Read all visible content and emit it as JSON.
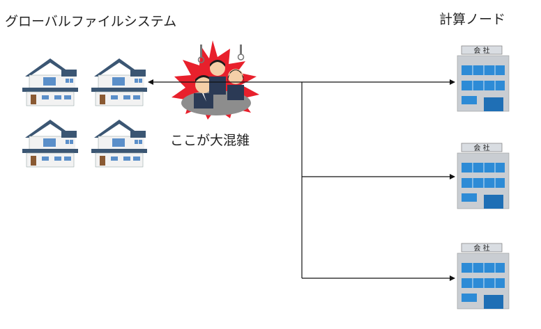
{
  "labels": {
    "global_fs": "グローバルファイルシステム",
    "compute_nodes": "計算ノード",
    "congestion": "ここが大混雑"
  },
  "building_sign": "会 社",
  "colors": {
    "line": "#111111",
    "roof": "#3b5673",
    "wall": "#f2f2f2",
    "window": "#5b8fc9",
    "door": "#8a5a33",
    "burst": "#e8202c",
    "office_wall": "#c9cdd2",
    "office_window": "#2d8bd6"
  },
  "icons": {
    "house": "house-icon",
    "crowd": "crowded-people-icon",
    "office": "office-building-icon"
  }
}
